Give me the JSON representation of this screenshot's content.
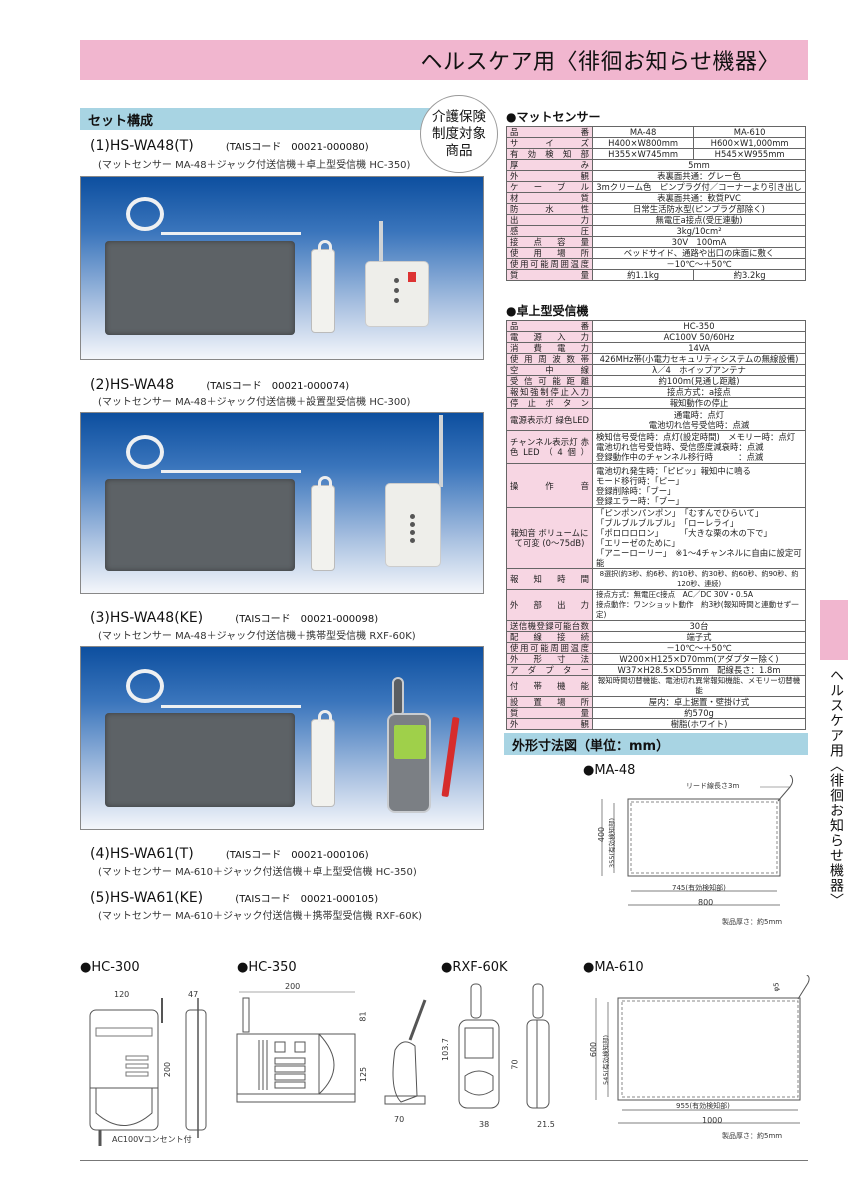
{
  "header": {
    "title": "ヘルスケア用〈徘徊お知らせ機器〉"
  },
  "side_tab": {
    "label": "ヘルスケア用〈徘徊お知らせ機器〉",
    "color": "#f1b6cf"
  },
  "badge": {
    "lines": [
      "介護保険",
      "制度対象",
      "商品"
    ]
  },
  "set_section": {
    "title": "セット構成",
    "items": [
      {
        "model": "(1)HS-WA48(T)",
        "tais": "(TAISコード　00021-000080)",
        "desc": "(マットセンサー MA-48＋ジャック付送信機＋卓上型受信機 HC-350)"
      },
      {
        "model": "(2)HS-WA48",
        "tais": "(TAISコード　00021-000074)",
        "desc": "(マットセンサー MA-48＋ジャック付送信機＋設置型受信機 HC-300)"
      },
      {
        "model": "(3)HS-WA48(KE)",
        "tais": "(TAISコード　00021-000098)",
        "desc": "(マットセンサー MA-48＋ジャック付送信機＋携帯型受信機 RXF-60K)"
      },
      {
        "model": "(4)HS-WA61(T)",
        "tais": "(TAISコード　00021-000106)",
        "desc": "(マットセンサー MA-610＋ジャック付送信機＋卓上型受信機 HC-350)"
      },
      {
        "model": "(5)HS-WA61(KE)",
        "tais": "(TAISコード　00021-000105)",
        "desc": "(マットセンサー MA-610＋ジャック付送信機＋携帯型受信機 RXF-60K)"
      }
    ]
  },
  "mat_sensor": {
    "title": "●マットセンサー",
    "rows": [
      {
        "label": "品番",
        "values": [
          "MA-48",
          "MA-610"
        ]
      },
      {
        "label": "サイズ",
        "values": [
          "H400×W800mm",
          "H600×W1,000mm"
        ]
      },
      {
        "label": "有効検知部",
        "values": [
          "H355×W745mm",
          "H545×W955mm"
        ]
      },
      {
        "label": "厚み",
        "values": [
          "5mm"
        ]
      },
      {
        "label": "外観",
        "values": [
          "表裏面共通：グレー色"
        ]
      },
      {
        "label": "ケーブル",
        "values": [
          "3mクリーム色　ピンプラグ付／コーナーより引き出し"
        ]
      },
      {
        "label": "材質",
        "values": [
          "表裏面共通：軟質PVC"
        ]
      },
      {
        "label": "防水性",
        "values": [
          "日常生活防水型(ピンプラグ部除く)"
        ]
      },
      {
        "label": "出力",
        "values": [
          "無電圧a接点(受圧連動)"
        ]
      },
      {
        "label": "感圧",
        "values": [
          "3kg/10cm²"
        ]
      },
      {
        "label": "接点容量",
        "values": [
          "30V　100mA"
        ]
      },
      {
        "label": "使用場所",
        "values": [
          "ベッドサイド、通路や出口の床面に敷く"
        ]
      },
      {
        "label": "使用可能周囲温度",
        "values": [
          "－10℃～＋50℃"
        ]
      },
      {
        "label": "質量",
        "values": [
          "約1.1kg",
          "約3.2kg"
        ]
      }
    ]
  },
  "receiver": {
    "title": "●卓上型受信機",
    "rows": [
      {
        "label": "品番",
        "value": "HC-350"
      },
      {
        "label": "電源入力",
        "value": "AC100V 50/60Hz"
      },
      {
        "label": "消費電力",
        "value": "14VA"
      },
      {
        "label": "使用周波数帯",
        "value": "426MHz帯(小電力セキュリティシステムの無線設備)"
      },
      {
        "label": "空中線",
        "value": "λ／4　ホイップアンテナ"
      },
      {
        "label": "受信可能距離",
        "value": "約100m(見通し距離)"
      },
      {
        "label": "報知強制停止入力",
        "value": "接点方式：a接点"
      },
      {
        "label": "停止ボタン",
        "value": "報知動作の停止"
      },
      {
        "label": "電源表示灯 緑色LED",
        "lines": [
          "通電時：点灯",
          "電池切れ信号受信時：点滅"
        ]
      },
      {
        "label": "チャンネル表示灯 赤色LED（4個）",
        "lines": [
          "検知信号受信時：点灯(設定時間)　メモリー時：点灯",
          "電池切れ信号受信時、受信感度減衰時：点滅",
          "登録動作中のチャンネル移行時　　　：点滅"
        ]
      },
      {
        "label": "操作音",
        "lines": [
          "電池切れ発生時：「ピピッ」報知中に鳴る",
          "モード移行時：「ピー」",
          "登録削除時：「ブー」",
          "登録エラー時：「ブー」"
        ]
      },
      {
        "label": "報知音 ボリュームにて可変 (0～75dB)",
        "lines": [
          "「ピンポンパンポン」　「むすんでひらいて」",
          "「ブルブルブルブル」　「ローレライ」",
          "「ポロロロロン」　　　「大きな栗の木の下で」",
          "「エリーゼのために」",
          "「アニーローリー」　※1～4チャンネルに自由に設定可能"
        ]
      },
      {
        "label": "報知時間",
        "value": "8選択(約3秒、約6秒、約10秒、約30秒、約60秒、約90秒、約120秒、連続)"
      },
      {
        "label": "外部出力",
        "lines": [
          "接点方式：無電圧c接点　AC／DC 30V・0.5A",
          "接点動作：ワンショット動作　約3秒(報知時間と連動せず一定)"
        ]
      },
      {
        "label": "送信機登録可能台数",
        "value": "30台"
      },
      {
        "label": "配線接続",
        "value": "端子式"
      },
      {
        "label": "使用可能周囲温度",
        "value": "－10℃～＋50℃"
      },
      {
        "label": "外形寸法",
        "value": "W200×H125×D70mm(アダプター除く)"
      },
      {
        "label": "アダプター",
        "value": "W37×H28.5×D55mm　配線長さ：1.8m"
      },
      {
        "label": "付帯機能",
        "value": "報知時間切替機能、電池切れ異常報知機能、メモリー切替機能"
      },
      {
        "label": "設置場所",
        "value": "屋内：卓上据置・壁掛け式"
      },
      {
        "label": "質量",
        "value": "約570g"
      },
      {
        "label": "外観",
        "value": "樹脂(ホワイト)"
      }
    ]
  },
  "dimensions": {
    "title": "外形寸法図（単位：mm）",
    "ma48": {
      "name": "●MA-48",
      "lead": "リード線長さ3m",
      "h_outer": "400",
      "h_inner": "355(有効検知部)",
      "w_inner": "745(有効検知部)",
      "w_outer": "800",
      "thickness": "製品厚さ：約5mm"
    },
    "hc300": {
      "name": "●HC-300",
      "w": "120",
      "d": "47",
      "h": "200",
      "note": "AC100Vコンセント付"
    },
    "hc350": {
      "name": "●HC-350",
      "w": "200",
      "ant": "81",
      "h": "125",
      "d": "70"
    },
    "rxf60k": {
      "name": "●RXF-60K",
      "h_total": "103.7",
      "h_body": "70",
      "w": "38",
      "d": "21.5"
    },
    "ma610": {
      "name": "●MA-610",
      "lead": "φ5",
      "h_outer": "600",
      "h_inner": "545(有効検知部)",
      "w_inner": "955(有効検知部)",
      "w_outer": "1000",
      "thickness": "製品厚さ：約5mm"
    }
  },
  "colors": {
    "header_pink": "#f1b6cf",
    "section_blue": "#a8d4e3",
    "label_pink": "#f7d6e3",
    "photo_blue": "#0d4f9f"
  }
}
